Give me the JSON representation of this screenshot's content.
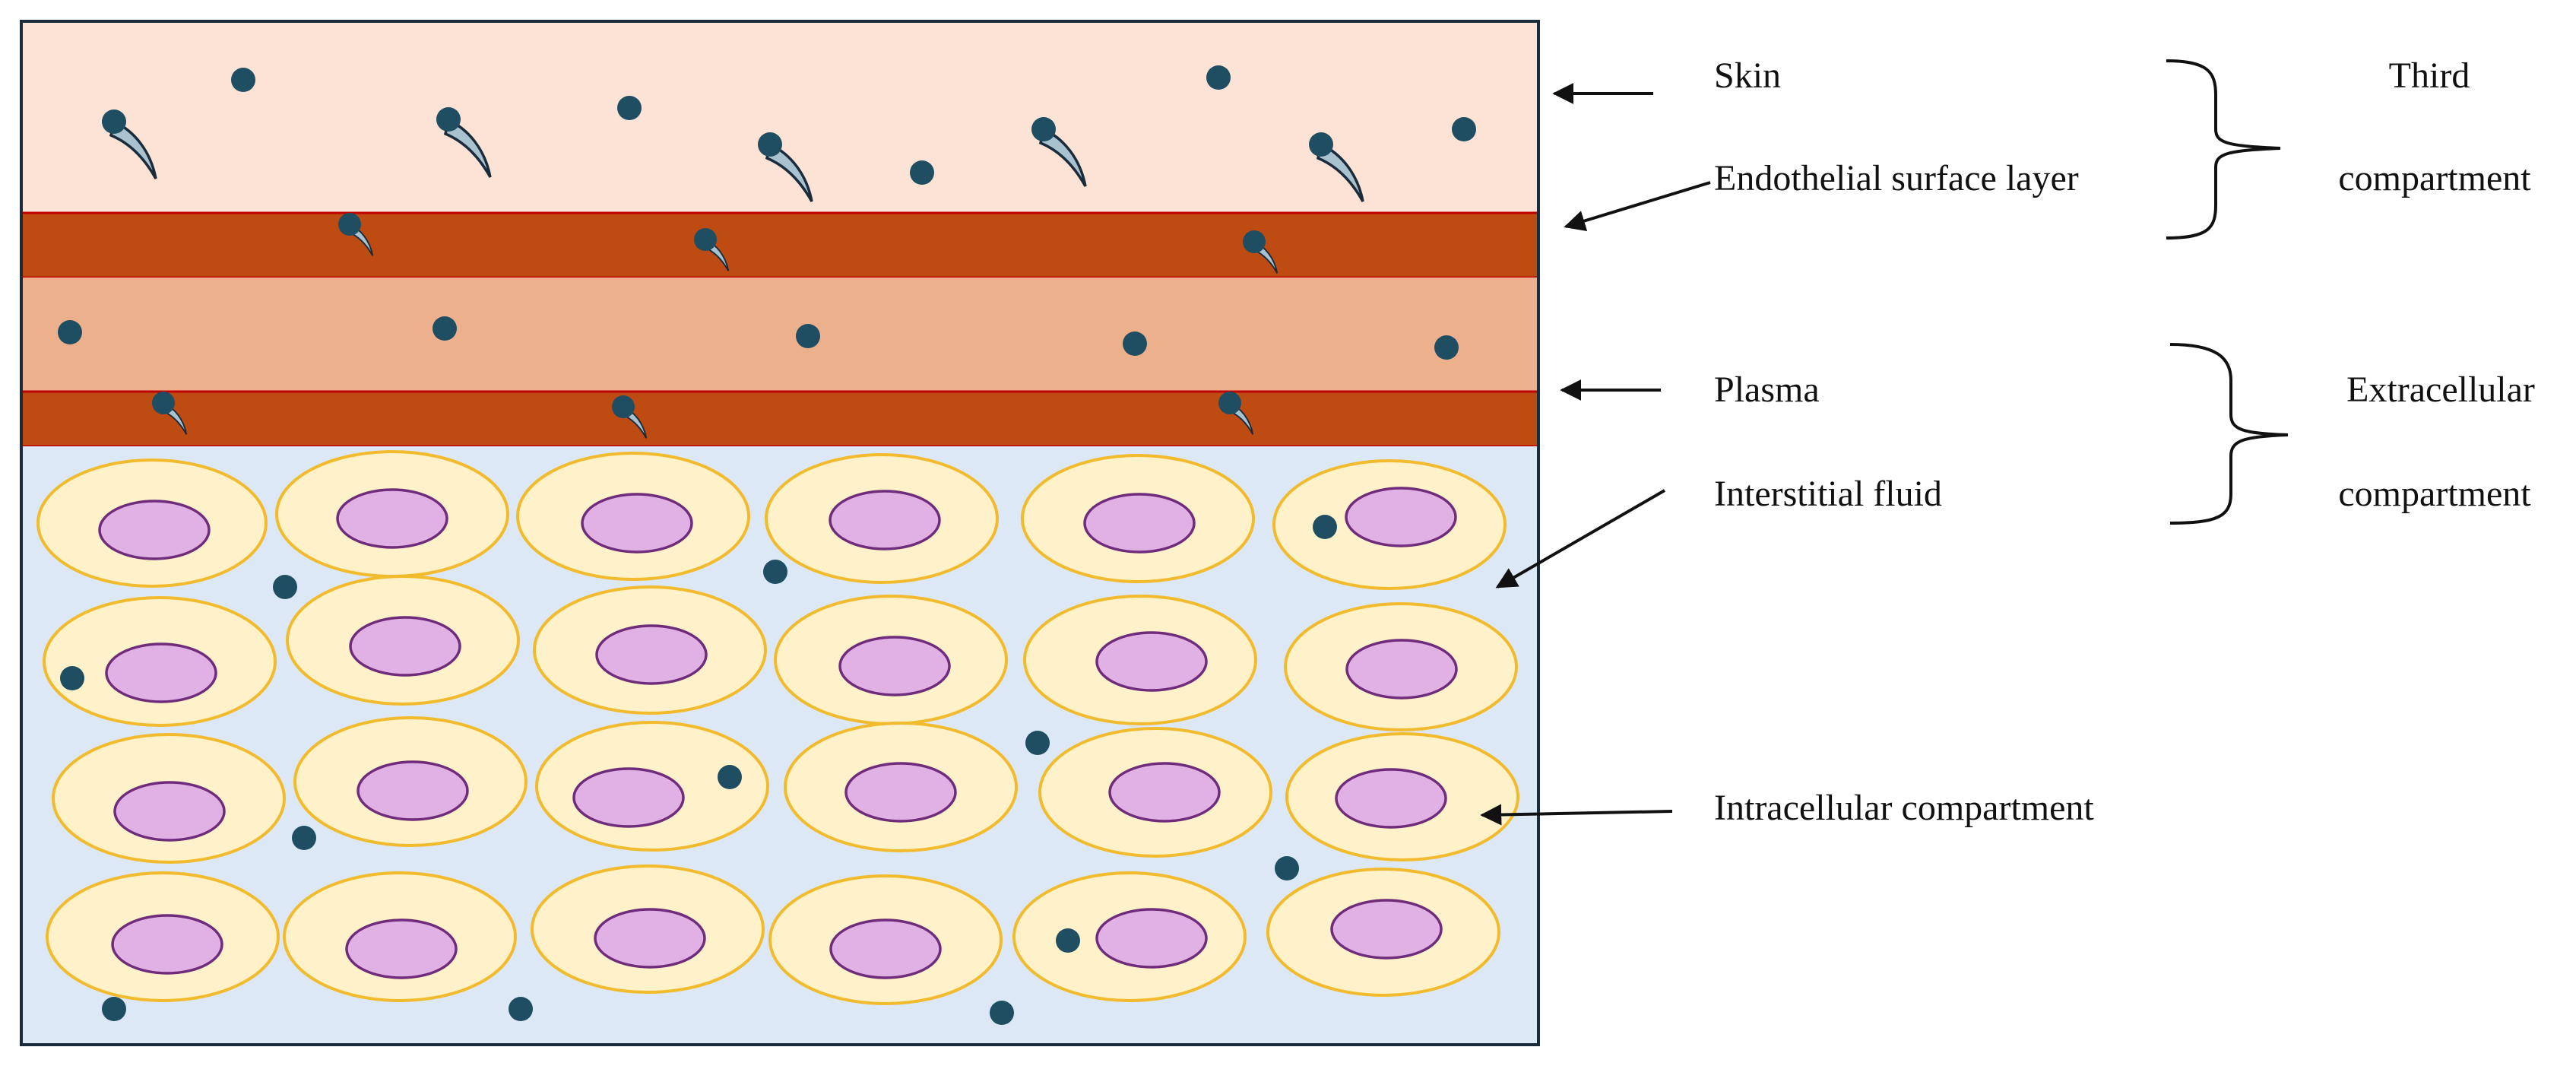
{
  "labels": {
    "skin": "Skin",
    "endothelial_surface_layer": "Endothelial surface layer",
    "plasma": "Plasma",
    "interstitial_fluid": "Interstitial fluid",
    "intracellular_compartment": "Intracellular compartment",
    "third_compartment_line1": "Third",
    "third_compartment_line2": "compartment",
    "extracellular_compartment_line1": "Extracellular",
    "extracellular_compartment_line2": "compartment"
  },
  "colors": {
    "skin_layer": "#FCE3D6",
    "endothelial_band": "#BD4B12",
    "plasma_layer": "#EDB08C",
    "interstitial_fluid": "#DCE8F5",
    "cell_cytoplasm": "#FFF1C9",
    "cell_border": "#F2BB2E",
    "nucleus": "#E1B1E6",
    "nucleus_border": "#6E2C7A",
    "molecule": "#1F4E63",
    "outline": "#1A2B3C"
  }
}
